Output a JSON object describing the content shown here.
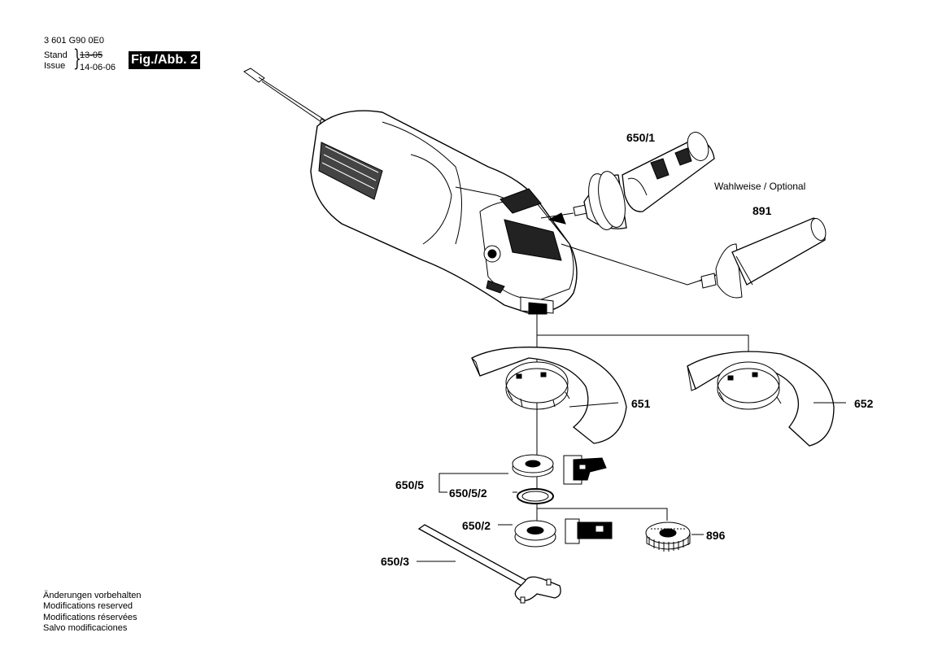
{
  "header": {
    "part_number": "3 601 G90 0E0",
    "stand_label": "Stand",
    "issue_label": "Issue",
    "old_date": "13-05",
    "new_date": "14-06-06",
    "figure_badge": "Fig./Abb. 2"
  },
  "callouts": {
    "p650_1": "650/1",
    "p891": "891",
    "p651": "651",
    "p652": "652",
    "p650_5": "650/5",
    "p650_5_2": "650/5/2",
    "p650_2": "650/2",
    "p896": "896",
    "p650_3": "650/3"
  },
  "notes": {
    "optional": "Wahlweise / Optional"
  },
  "footer": {
    "lines": [
      "Änderungen vorbehalten",
      "Modifications reserved",
      "Modifications réservées",
      "Salvo modificaciones"
    ]
  }
}
